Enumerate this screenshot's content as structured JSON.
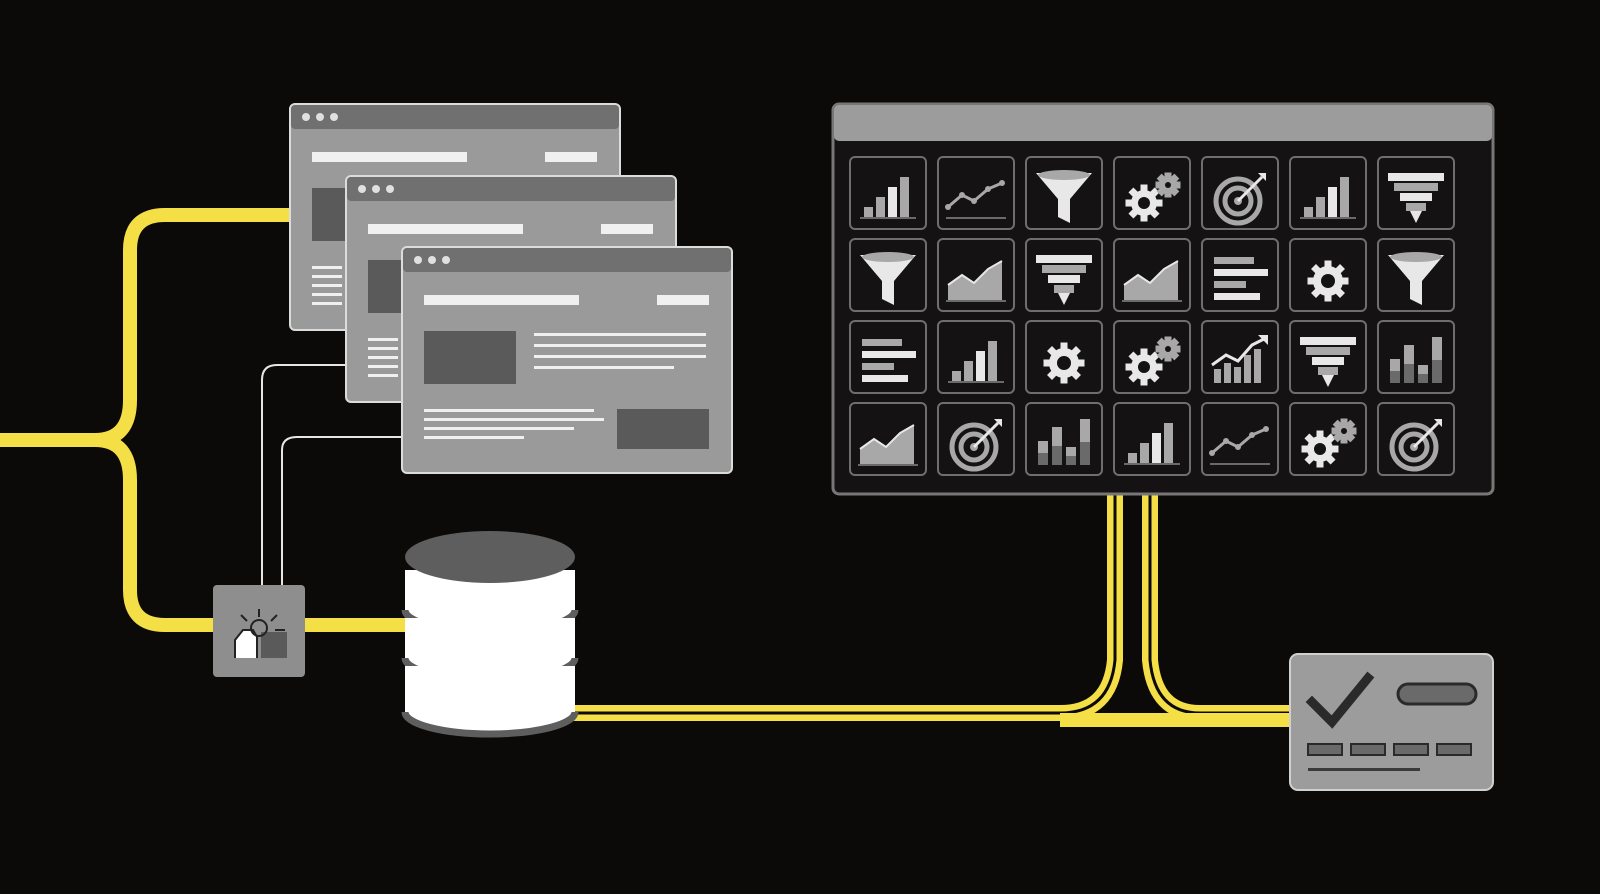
{
  "colors": {
    "background": "#0c0909",
    "connector_yellow": "#f4df46",
    "line_white": "#e6e6e6",
    "window_gray": "#9a9a9a",
    "window_bar": "#707070",
    "block_dark": "#5a5a5a",
    "tile_dark": "#141212",
    "tile_border": "#6e6e6e",
    "icon_light": "#e8e8e8",
    "icon_mid": "#a8a8a8",
    "icon_dark": "#6a6a6a"
  },
  "diagram": {
    "windows": [
      {
        "name": "browser-window-back",
        "dots": 3
      },
      {
        "name": "browser-window-middle",
        "dots": 3
      },
      {
        "name": "browser-window-front",
        "dots": 3
      }
    ],
    "connector_node_icon": "signal-node-icon",
    "database_icon": "database-icon",
    "dashboard_icon_rows": [
      [
        "bar-chart-icon",
        "line-chart-icon",
        "funnel-icon",
        "gears-icon",
        "target-icon",
        "bar-chart-icon",
        "funnel-striped-icon"
      ],
      [
        "funnel-icon",
        "area-chart-icon",
        "funnel-striped-icon",
        "area-chart-icon",
        "list-icon",
        "gear-icon",
        "funnel-icon"
      ],
      [
        "list-icon",
        "bar-chart-icon",
        "gear-icon",
        "gears-icon",
        "bar-trend-icon",
        "funnel-striped-icon",
        "stacked-bars-icon"
      ],
      [
        "area-chart-icon",
        "target-icon",
        "stacked-bars-icon",
        "bar-chart-icon",
        "line-chart-icon",
        "gears-icon",
        "target-icon"
      ]
    ],
    "status_card_icon": "checkmark-icon"
  }
}
